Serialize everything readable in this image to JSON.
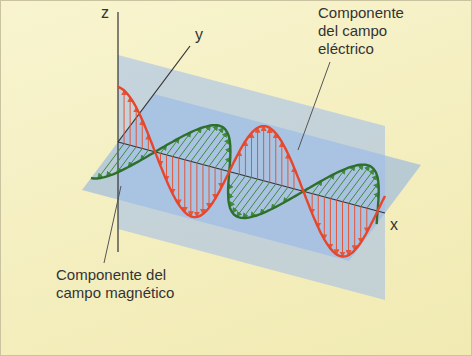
{
  "diagram": {
    "labels": [
      "z",
      "y",
      "x",
      "Componente del campo eléctrico",
      "Componente del campo magnético"
    ]
  }
}
